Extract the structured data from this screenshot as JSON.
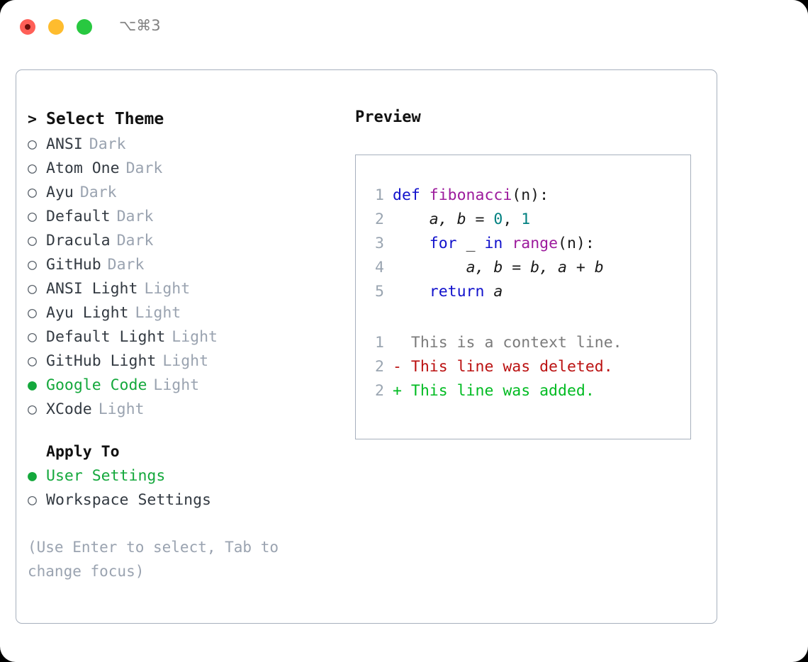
{
  "titlebar": {
    "shortcut": "⌥⌘3",
    "buttons": {
      "close": "close",
      "minimize": "minimize",
      "maximize": "maximize"
    }
  },
  "left": {
    "header": {
      "caret": ">",
      "label": "Select Theme"
    },
    "markers": {
      "off": "○",
      "on": "●"
    },
    "themes": [
      {
        "name": "ANSI",
        "category": "Dark",
        "selected": false
      },
      {
        "name": "Atom One",
        "category": "Dark",
        "selected": false
      },
      {
        "name": "Ayu",
        "category": "Dark",
        "selected": false
      },
      {
        "name": "Default",
        "category": "Dark",
        "selected": false
      },
      {
        "name": "Dracula",
        "category": "Dark",
        "selected": false
      },
      {
        "name": "GitHub",
        "category": "Dark",
        "selected": false
      },
      {
        "name": "ANSI Light",
        "category": "Light",
        "selected": false
      },
      {
        "name": "Ayu Light",
        "category": "Light",
        "selected": false
      },
      {
        "name": "Default Light",
        "category": "Light",
        "selected": false
      },
      {
        "name": "GitHub Light",
        "category": "Light",
        "selected": false
      },
      {
        "name": "Google Code",
        "category": "Light",
        "selected": true
      },
      {
        "name": "XCode",
        "category": "Light",
        "selected": false
      }
    ],
    "apply_to": {
      "header": "Apply To",
      "options": [
        {
          "name": "User Settings",
          "selected": true
        },
        {
          "name": "Workspace Settings",
          "selected": false
        }
      ]
    },
    "hint": "(Use Enter to select, Tab to change focus)"
  },
  "right": {
    "title": "Preview",
    "code": [
      {
        "n": "1",
        "tokens": [
          {
            "t": "def ",
            "c": "kw"
          },
          {
            "t": "fibonacci",
            "c": "fn"
          },
          {
            "t": "(n):",
            "c": "plain"
          }
        ]
      },
      {
        "n": "2",
        "tokens": [
          {
            "t": "    ",
            "c": "plain"
          },
          {
            "t": "a, b = ",
            "c": "var"
          },
          {
            "t": "0",
            "c": "num"
          },
          {
            "t": ", ",
            "c": "plain"
          },
          {
            "t": "1",
            "c": "num"
          }
        ]
      },
      {
        "n": "3",
        "tokens": [
          {
            "t": "    ",
            "c": "plain"
          },
          {
            "t": "for",
            "c": "kw"
          },
          {
            "t": " _ ",
            "c": "plain"
          },
          {
            "t": "in ",
            "c": "kw"
          },
          {
            "t": "range",
            "c": "fn"
          },
          {
            "t": "(n):",
            "c": "plain"
          }
        ]
      },
      {
        "n": "4",
        "tokens": [
          {
            "t": "        ",
            "c": "plain"
          },
          {
            "t": "a, b = b, a + b",
            "c": "var"
          }
        ]
      },
      {
        "n": "5",
        "tokens": [
          {
            "t": "    ",
            "c": "plain"
          },
          {
            "t": "return ",
            "c": "kw"
          },
          {
            "t": "a",
            "c": "var"
          }
        ]
      }
    ],
    "diff": [
      {
        "n": "1",
        "sign": " ",
        "text": " This is a context line.",
        "kind": "diff-ctx"
      },
      {
        "n": "2",
        "sign": "-",
        "text": " This line was deleted.",
        "kind": "diff-del"
      },
      {
        "n": "2",
        "sign": "+",
        "text": " This line was added.",
        "kind": "diff-add"
      }
    ]
  },
  "colors": {
    "accent_green": "#14a83c",
    "muted": "#9aa3b0",
    "border": "#a7b0bd",
    "keyword": "#1111cc",
    "function": "#9c1a9c",
    "number": "#008080",
    "diff_deleted": "#bb1111",
    "diff_added": "#00bb22"
  }
}
